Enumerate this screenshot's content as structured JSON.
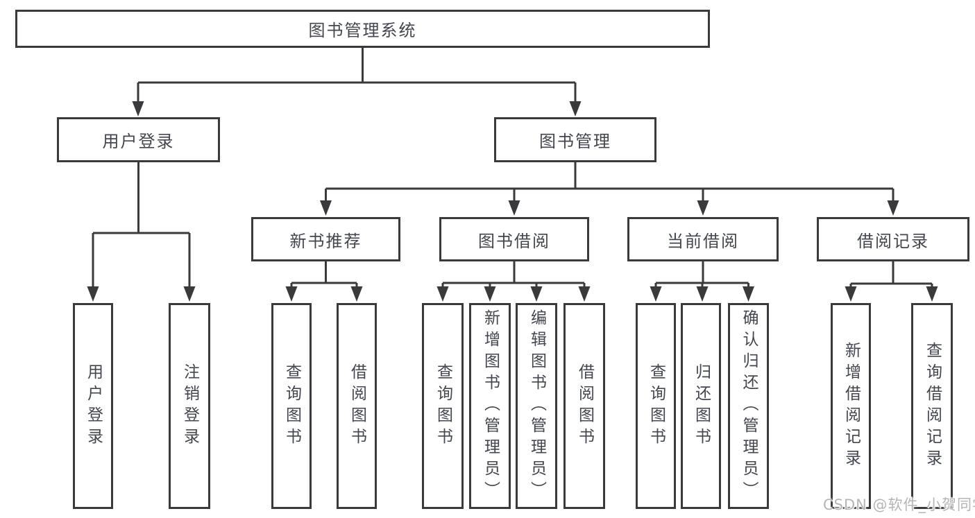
{
  "diagram": {
    "root": {
      "label": "图书管理系统"
    },
    "children": [
      {
        "label": "用户登录",
        "children": [
          {
            "label": "用户登录"
          },
          {
            "label": "注销登录"
          }
        ]
      },
      {
        "label": "图书管理",
        "children": [
          {
            "label": "新书推荐",
            "children": [
              {
                "label": "查询图书"
              },
              {
                "label": "借阅图书"
              }
            ]
          },
          {
            "label": "图书借阅",
            "children": [
              {
                "label": "查询图书"
              },
              {
                "label": "新增图书（管理员）"
              },
              {
                "label": "编辑图书（管理员）"
              },
              {
                "label": "借阅图书"
              }
            ]
          },
          {
            "label": "当前借阅",
            "children": [
              {
                "label": "查询图书"
              },
              {
                "label": "归还图书"
              },
              {
                "label": "确认归还（管理员）"
              }
            ]
          },
          {
            "label": "借阅记录",
            "children": [
              {
                "label": "新增借阅记录"
              },
              {
                "label": "查询借阅记录"
              }
            ]
          }
        ]
      }
    ]
  },
  "watermark": {
    "text": "CSDN @软件_小贺同学"
  },
  "colors": {
    "line": "#3a3a3c",
    "text": "#43464d",
    "watermark": "#b5b5b5",
    "background": "#ffffff"
  }
}
